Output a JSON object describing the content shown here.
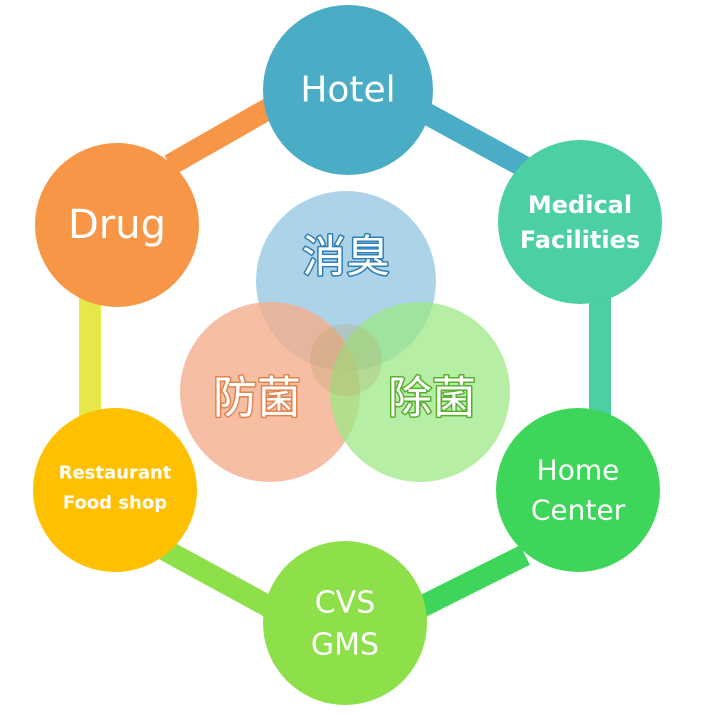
{
  "ring_nodes": {
    "hotel": {
      "label": "Hotel",
      "color": "#4AACC5"
    },
    "medical": {
      "line1": "Medical",
      "line2": "Facilities",
      "color": "#4BCFA3"
    },
    "home_center": {
      "line1": "Home",
      "line2": "Center",
      "color": "#3ED65A"
    },
    "cvs_gms": {
      "line1": "CVS",
      "line2": "GMS",
      "color": "#8EE04A"
    },
    "restaurant": {
      "line1": "Restaurant",
      "line2": "Food shop",
      "color": "#FFC000"
    },
    "drug": {
      "label": "Drug",
      "color": "#F79646"
    }
  },
  "ring_connectors": {
    "hotel_medical": "#4AACC5",
    "medical_home": "#4BCFA3",
    "home_cvs": "#3ED65A",
    "cvs_restaurant": "#8EE04A",
    "restaurant_drug": "#E6E84A",
    "drug_hotel": "#F79646"
  },
  "center_circles": {
    "deodorize": {
      "label": "消臭",
      "color": "#9DCBE3",
      "text_color": "#2E7FB8"
    },
    "antibacterial": {
      "label": "防菌",
      "color": "#F4AE8C",
      "text_color": "#E0844F"
    },
    "disinfect": {
      "label": "除菌",
      "color": "#9CE886",
      "text_color": "#56B02E"
    }
  }
}
